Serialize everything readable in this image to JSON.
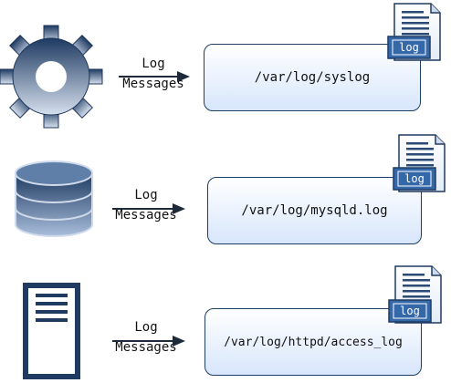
{
  "rows": [
    {
      "source": "gear-icon",
      "label_line1": "Log",
      "label_line2": "Messages",
      "path": "/var/log/syslog",
      "badge": "log"
    },
    {
      "source": "database-icon",
      "label_line1": "Log",
      "label_line2": "Messages",
      "path": "/var/log/mysqld.log",
      "badge": "log"
    },
    {
      "source": "server-icon",
      "label_line1": "Log",
      "label_line2": "Messages",
      "path": "/var/log/httpd/access_log",
      "badge": "log"
    }
  ],
  "colors": {
    "icon_dark": "#243f66",
    "icon_light": "#c9d6e8",
    "box_border": "#1f3f66",
    "box_fill_top": "#ffffff",
    "box_fill_bottom": "#d7e6fb",
    "badge": "#3468a8"
  }
}
